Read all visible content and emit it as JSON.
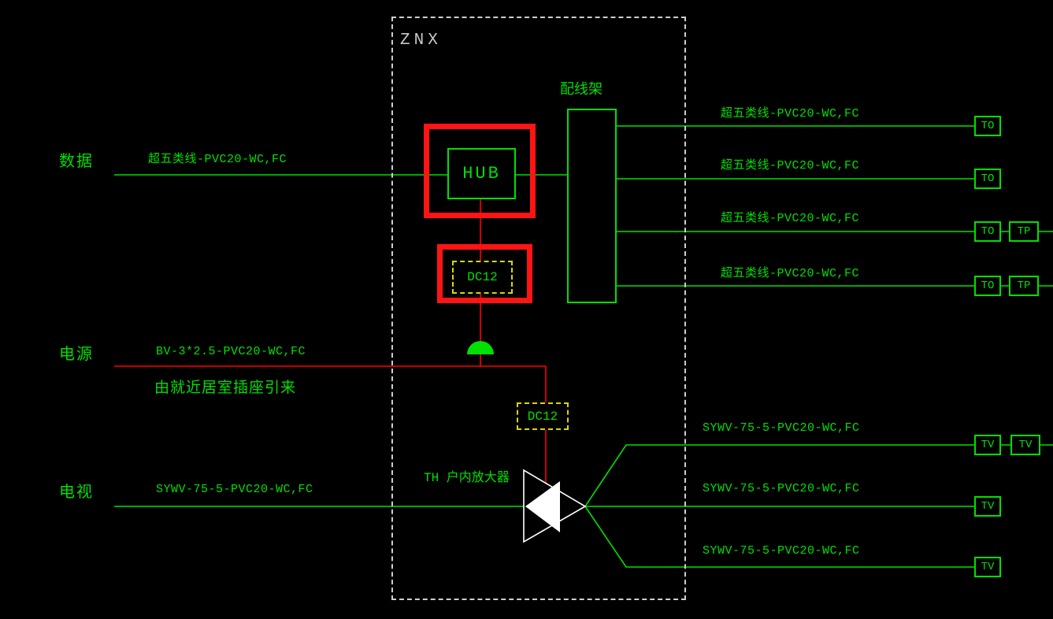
{
  "colors": {
    "background": "#000000",
    "wire_green": "#00e000",
    "wire_red": "#ff0000",
    "highlight_red": "#ff1414",
    "dc12_yellow": "#d8d800",
    "boundary_gray": "#cfcfcf",
    "amplifier_white": "#ffffff"
  },
  "boundary": {
    "label": "ZNX"
  },
  "components": {
    "hub": "HUB",
    "patch_panel": "配线架",
    "dc12_upper": "DC12",
    "dc12_lower": "DC12",
    "amplifier": "TH 户内放大器",
    "power_note": "由就近居室插座引来"
  },
  "inputs": {
    "data": {
      "label": "数据",
      "cable": "超五类线-PVC20-WC,FC"
    },
    "power": {
      "label": "电源",
      "cable": "BV-3*2.5-PVC20-WC,FC"
    },
    "tv": {
      "label": "电视",
      "cable": "SYWV-75-5-PVC20-WC,FC"
    }
  },
  "data_outputs": [
    {
      "cable": "超五类线-PVC20-WC,FC",
      "terminals": [
        "TO"
      ]
    },
    {
      "cable": "超五类线-PVC20-WC,FC",
      "terminals": [
        "TO"
      ]
    },
    {
      "cable": "超五类线-PVC20-WC,FC",
      "terminals": [
        "TO",
        "TP"
      ]
    },
    {
      "cable": "超五类线-PVC20-WC,FC",
      "terminals": [
        "TO",
        "TP"
      ]
    }
  ],
  "tv_outputs": [
    {
      "cable": "SYWV-75-5-PVC20-WC,FC",
      "terminals": [
        "TV",
        "TV"
      ]
    },
    {
      "cable": "SYWV-75-5-PVC20-WC,FC",
      "terminals": [
        "TV"
      ]
    },
    {
      "cable": "SYWV-75-5-PVC20-WC,FC",
      "terminals": [
        "TV"
      ]
    }
  ]
}
